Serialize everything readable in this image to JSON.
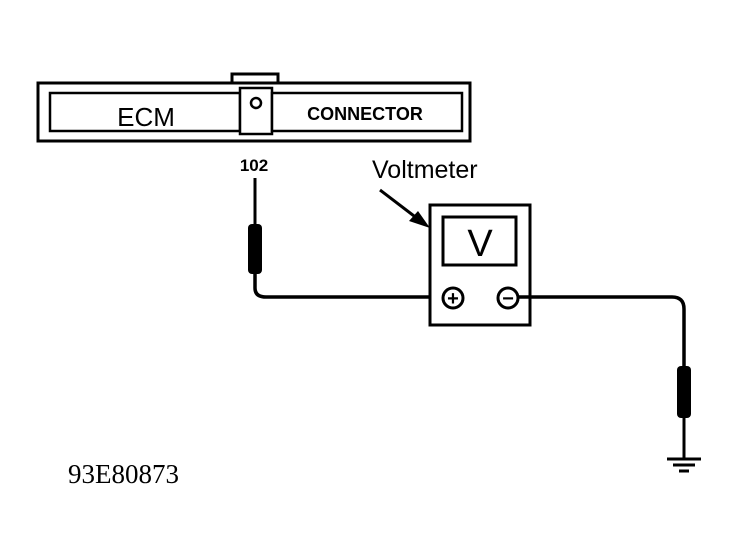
{
  "diagram": {
    "connector": {
      "left_label": "ECM",
      "right_label": "CONNECTOR"
    },
    "terminal_label": "102",
    "meter": {
      "callout_label": "Voltmeter",
      "display_symbol": "V",
      "positive_symbol": "+",
      "negative_symbol": "−"
    },
    "figure_id": "93E80873"
  }
}
